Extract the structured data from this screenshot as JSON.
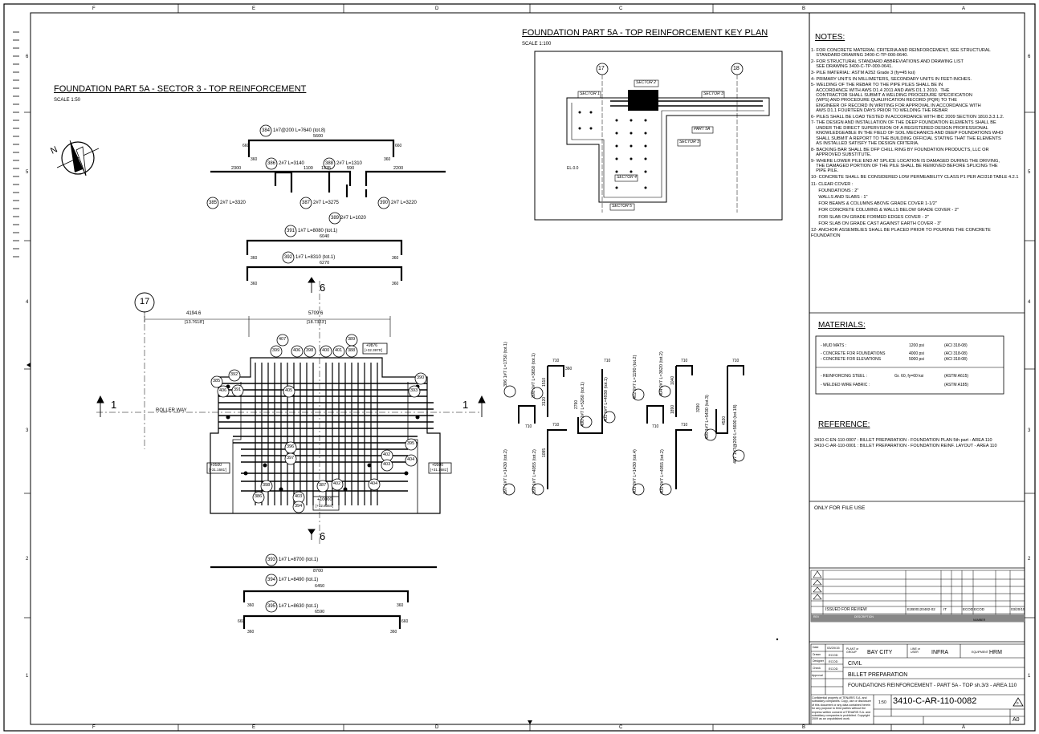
{
  "border": {
    "col_letters": [
      "F",
      "E",
      "D",
      "C",
      "B",
      "A"
    ],
    "row_numbers": [
      "6",
      "5",
      "4",
      "3",
      "2",
      "1"
    ]
  },
  "sector": {
    "title": "FOUNDATION PART 5A - SECTOR 3 - TOP REINFORCEMENT",
    "scale": "SCALE 1:50"
  },
  "keyplan": {
    "title": "FOUNDATION PART 5A - TOP REINFORCEMENT KEY PLAN",
    "scale": "SCALE 1:100",
    "grid_a": "17",
    "grid_b": "18",
    "sector_labels": [
      "SECTOR 1",
      "SECTOR 2",
      "SECTOR 3",
      "PART 5A",
      "SECTOR 3",
      "SECTOR 4",
      "SECTOR 5"
    ],
    "elev_label": "EL.0.0"
  },
  "bars_top": {
    "b384": "384",
    "b384_text": "1#7@200 L=7640 (tot.8)",
    "len_5600": "5600",
    "leg_660": "660",
    "leg_360": "360",
    "b386": "386",
    "b386_text": "2#7 L=3140",
    "b388": "388",
    "b388_text": "2#7 L=1310",
    "seg_2300": "2300",
    "seg_1100": "1100",
    "seg_1235": "1235",
    "seg_590": "590",
    "seg_2200": "2200",
    "b385": "385",
    "b385_text": "2#7 L=3320",
    "b387": "387",
    "b387_text": "2#7 L=3275",
    "b389": "389",
    "b389_text": "2#7 L=1020",
    "b390": "390",
    "b390_text": "2#7 L=3220",
    "b391": "391",
    "b391_text": "1#7 L=8080 (tot.1)",
    "len_6040": "6040",
    "b392": "392",
    "b392_text": "1#7 L=8310 (tot.1)",
    "len_6270": "6270"
  },
  "plan": {
    "grid_17": "17",
    "dim1": "4194.6",
    "dim1_ft": "[13.7618']",
    "dim2": "5709.6",
    "dim2_ft": "[18.7323']",
    "section_6": "6",
    "section_1": "1",
    "roller_way": "ROLLER WAY",
    "elev_9876": "+9876",
    "elev_9876_ft": "[+32.3975']",
    "elev_9500": "+9500",
    "elev_9500_ft": "[+31.1681']",
    "elev_10000": "+10000",
    "elev_10000_ft": "[+32.8084']",
    "marks": [
      "385",
      "406",
      "391",
      "392",
      "407",
      "399",
      "406",
      "398",
      "400",
      "401",
      "388",
      "389",
      "390",
      "393",
      "405",
      "396",
      "397",
      "402",
      "403",
      "404",
      "398",
      "386",
      "387",
      "402",
      "403",
      "394",
      "395",
      "404"
    ]
  },
  "bars_bottom": {
    "b393": "393",
    "b393_text": "1#7 L=8700 (tot.1)",
    "len_8700": "8700",
    "b394": "394",
    "b394_text": "1#7 L=8490 (tot.1)",
    "len_6450": "6450",
    "b395": "395",
    "b395_text": "1#7 L=8630 (tot.1)",
    "len_6590": "6590",
    "leg_660": "660",
    "leg_360": "360"
  },
  "vbars": [
    {
      "num": "396",
      "text": "1#7 L=1750 (tot.1)"
    },
    {
      "num": "397",
      "text": "1#7 L=1430 (tot.2)"
    },
    {
      "num": "398",
      "text": "1#7 L=3650 (tot.1)"
    },
    {
      "num": "399",
      "text": "1#7 L=4055 (tot.2)"
    },
    {
      "num": "400",
      "text": "1#7 L=5260 (tot.1)"
    },
    {
      "num": "401",
      "text": "1#7 L=4930 (tot.1)"
    },
    {
      "num": "402",
      "text": "2#7 L=1190 (tot.2)"
    },
    {
      "num": "403",
      "text": "2#7 L=1430 (tot.4)"
    },
    {
      "num": "404",
      "text": "2#7 L=3620 (tot.2)"
    },
    {
      "num": "405",
      "text": "2#7 L=4055 (tot.2)"
    },
    {
      "num": "406",
      "text": "1#7 L=5430 (tot.3)"
    },
    {
      "num": "407",
      "text": "1#7@200 L=5600 (tot.18)"
    }
  ],
  "vbar_dims": [
    "710",
    "360",
    "1510",
    "3120",
    "2790",
    "1095",
    "710",
    "1040",
    "1890",
    "3290",
    "4530"
  ],
  "notes": {
    "heading": "NOTES:",
    "items": [
      "1- FOR CONCRETE MATERIAL CRITERIA AND REINFORCEMENT, SEE STRUCTURAL\n    STANDARD DRAWING 3400-C-TP-000-0640.",
      "2- FOR STRUCTURAL STANDARD ABBREVIATIONS AND DRAWING LIST\n    SEE DRAWING 3400-C-TP-000-0641.",
      "3- PILE MATERIAL: ASTM A252 Grade 3 (fy=45 ksi)",
      "4- PRIMARY UNITS IN MILLIMETERS, SECONDARY UNITS IN FEET-INCHES.",
      "5- WELDING OF THE REBAR TO THE PIPE PILES SHALL BE IN\n    ACCORDANCE WITH AWS D1.4 2011 AND AWS D1.1 2010.  THE\n    CONTRACTOR SHALL SUBMIT A WELDING PROCEDURE SPECIFICATION\n    (WPS) AND PROCEDURE QUALIFICATION RECORD (PQR) TO THE\n    ENGINEER OF RECORD IN WRITING FOR APPROVAL IN ACCORDANCE WITH\n    AWS D1.1 FOURTEEN DAYS PRIOR TO WELDING THE REBAR",
      "6- PILES SHALL BE LOAD TESTED IN ACCORDANCE WITH IBC 2009 SECTION 1810.3.3.1.2.",
      "7- THE DESIGN AND INSTALLATION OF THE DEEP FOUNDATION ELEMENTS SHALL BE\n    UNDER THE DIRECT SUPERVISION OF A REGISTERED DESIGN PROFESSIONAL\n    KNOWLEDGEABLE IN THE FIELD OF SOIL MECHANICS AND DEEP FOUNDATIONS WHO\n    SHALL SUBMIT A REPORT TO THE BUILDING OFFICIAL STATING THAT THE ELEMENTS\n    AS INSTALLED SATISFY THE DESIGN CRITERIA.",
      "8- BACKING BAR SHALL BE DFP CHILL RING BY FOUNDATION PRODUCTS, LLC OR\n    APPROVED SUBSTITUTE.",
      "9- WHERE LOWER PILE END AT SPLICE LOCATION IS DAMAGED DURING THE DRIVING,\n    THE DAMAGED PORTION OF THE PILE SHALL BE REMOVED BEFORE SPLICING THE\n    PIPE PILE.",
      "10- CONCRETE SHALL BE CONSIDERED LOW PERMEABILITY CLASS P1 PER ACI318 TABLE 4.2.1",
      "11- CLEAR COVER :\n      FOUNDATIONS : 2\"\n      WALLS AND SLABS : 1\"\n      FOR BEAMS & COLUMNS ABOVE GRADE COVER 1-1/2\"\n      FOR CONCRETE COLUMNS & WALLS BELOW GRADE COVER - 2\"\n      FOR SLAB ON GRADE FORMED EDGES COVER - 2\"\n      FOR SLAB ON GRADE CAST AGAINST EARTH COVER - 3\"",
      "12- ANCHOR ASSEMBLIES SHALL BE PLACED PRIOR TO POURING THE CONCRETE FOUNDATION"
    ]
  },
  "materials": {
    "heading": "MATERIALS:",
    "rows": [
      {
        "name": "- MUD MATS :",
        "value": "1200 psi",
        "ref": "(ACI 318-08)"
      },
      {
        "name": "- CONCRETE FOR FOUNDATIONS",
        "value": "4000 psi",
        "ref": "(ACI 318-08)"
      },
      {
        "name": "- CONCRETE FOR ELEVATIONS",
        "value": "5000 psi",
        "ref": "(ACI 318-08)"
      },
      {
        "name": "- REINFORCING STEEL :",
        "value": "Gr. 60, fy=60 ksi",
        "ref": "(ASTM A615)"
      },
      {
        "name": "- WELDED WIRE FABRIC :",
        "value": "",
        "ref": "(ASTM A185)"
      }
    ]
  },
  "reference": {
    "heading": "REFERENCE:",
    "items": [
      "3410-C-EN-110-0007 : BILLET PREPARATION - FOUNDATION PLAN 5th part - AREA 110",
      "3410-C-AR-110-0001 : BILLET PREPARATION - FOUNDATION REINF. LAYOUT - AREA 110"
    ]
  },
  "file_use": "ONLY FOR FILE USE",
  "revisions": {
    "issued_desc": "ISSUED FOR REVIEW",
    "issued_ref": "EJB00120482-02",
    "issued_it": "IT",
    "issued_ecod": "ECOD",
    "issued_ecod2": "ECOD",
    "issued_date": "03/20/15",
    "hdr_rev": "REV",
    "hdr_desc": "DESCRIPTION",
    "hdr_number": "NUMBER"
  },
  "titleblock": {
    "date_label": "Date",
    "date": "03/20/15",
    "drawn_label": "Drawn",
    "drawn": "ECOD",
    "designer_label": "Designer",
    "designer": "ECOD",
    "check_label": "Check",
    "check": "ECOD",
    "approval_label": "Approval",
    "plant_label": "PLANT or GROUP",
    "plant": "BAY CITY",
    "line_label": "LINE or USER",
    "line": "INFRA",
    "equipment_label": "EQUIPMENT",
    "equipment": "HRM",
    "line1": "CIVIL",
    "line2": "BILLET PREPARATION",
    "line3": "FOUNDATIONS REINFORCEMENT - PART 5A - TOP sh.3/3 - AREA 110",
    "scale": "1:50",
    "dwg_no": "3410-C-AR-110-0082",
    "rev_no": "0",
    "size": "A0",
    "confidential": "Confidential property of TENARIS S.A. and subsidiary companies. Copy, use or disclosure of this document or any data contained herein for any purpose to third parties without the express written consent of TENARIS S.A. and subsidiary companies is prohibited. Copyright 2009 as an unpublished work."
  }
}
